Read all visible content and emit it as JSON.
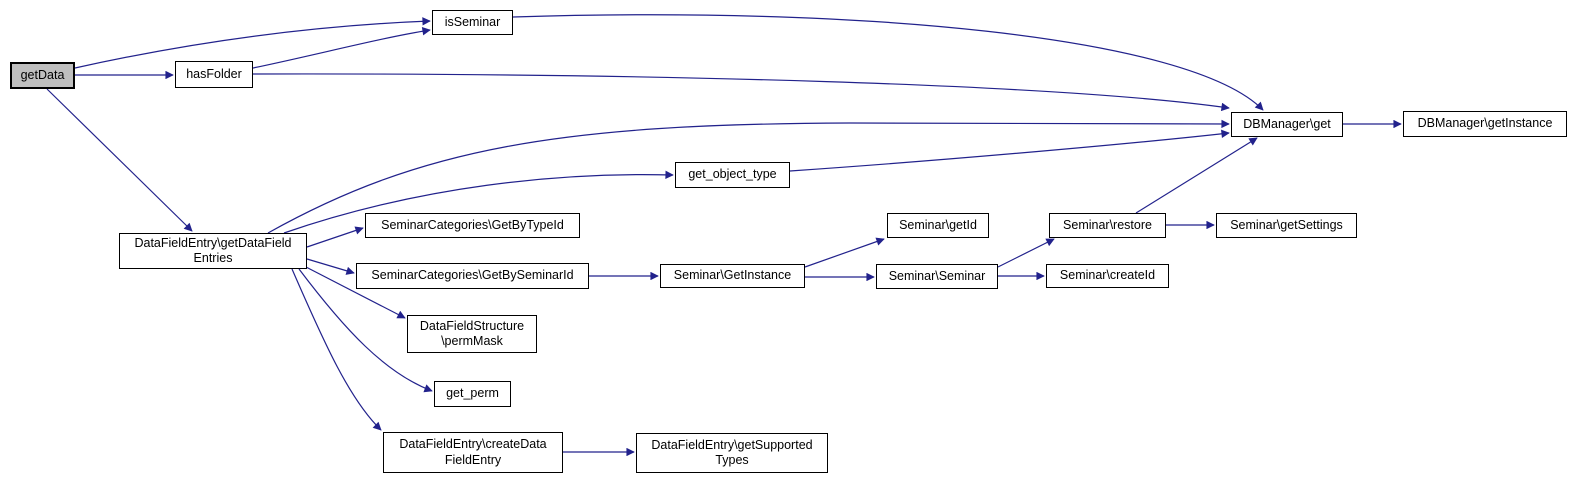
{
  "diagram": {
    "kind": "call-graph",
    "root": "getData"
  },
  "colors": {
    "background": "#ffffff",
    "edge": "#22228c",
    "node_fill": "#ffffff",
    "node_border": "#000000",
    "root_fill": "#bfbfbf",
    "text": "#000000"
  },
  "nodes": {
    "getData": {
      "label": "getData"
    },
    "hasFolder": {
      "label": "hasFolder"
    },
    "isSeminar": {
      "label": "isSeminar"
    },
    "getDataFieldEntries": {
      "label": "DataFieldEntry\\getDataField\nEntries"
    },
    "getByTypeId": {
      "label": "SeminarCategories\\GetByTypeId"
    },
    "getBySeminarId": {
      "label": "SeminarCategories\\GetBySeminarId"
    },
    "permMask": {
      "label": "DataFieldStructure\n\\permMask"
    },
    "getPerm": {
      "label": "get_perm"
    },
    "createDataFieldEntry": {
      "label": "DataFieldEntry\\createData\nFieldEntry"
    },
    "getSupportedTypes": {
      "label": "DataFieldEntry\\getSupported\nTypes"
    },
    "getObjectType": {
      "label": "get_object_type"
    },
    "seminarGetInstance": {
      "label": "Seminar\\GetInstance"
    },
    "seminarGetId": {
      "label": "Seminar\\getId"
    },
    "seminarSeminar": {
      "label": "Seminar\\Seminar"
    },
    "seminarCreateId": {
      "label": "Seminar\\createId"
    },
    "seminarRestore": {
      "label": "Seminar\\restore"
    },
    "seminarGetSettings": {
      "label": "Seminar\\getSettings"
    },
    "dbManagerGet": {
      "label": "DBManager\\get"
    },
    "dbManagerGetInstance": {
      "label": "DBManager\\getInstance"
    }
  },
  "edges": [
    {
      "from": "getData",
      "to": "hasFolder"
    },
    {
      "from": "getData",
      "to": "isSeminar"
    },
    {
      "from": "getData",
      "to": "getDataFieldEntries"
    },
    {
      "from": "hasFolder",
      "to": "isSeminar"
    },
    {
      "from": "hasFolder",
      "to": "dbManagerGet"
    },
    {
      "from": "isSeminar",
      "to": "dbManagerGet"
    },
    {
      "from": "getDataFieldEntries",
      "to": "dbManagerGet"
    },
    {
      "from": "getDataFieldEntries",
      "to": "getObjectType"
    },
    {
      "from": "getDataFieldEntries",
      "to": "getByTypeId"
    },
    {
      "from": "getDataFieldEntries",
      "to": "getBySeminarId"
    },
    {
      "from": "getDataFieldEntries",
      "to": "permMask"
    },
    {
      "from": "getDataFieldEntries",
      "to": "getPerm"
    },
    {
      "from": "getDataFieldEntries",
      "to": "createDataFieldEntry"
    },
    {
      "from": "getObjectType",
      "to": "dbManagerGet"
    },
    {
      "from": "getBySeminarId",
      "to": "seminarGetInstance"
    },
    {
      "from": "seminarGetInstance",
      "to": "seminarGetId"
    },
    {
      "from": "seminarGetInstance",
      "to": "seminarSeminar"
    },
    {
      "from": "seminarSeminar",
      "to": "seminarRestore"
    },
    {
      "from": "seminarSeminar",
      "to": "seminarCreateId"
    },
    {
      "from": "seminarRestore",
      "to": "dbManagerGet"
    },
    {
      "from": "seminarRestore",
      "to": "seminarGetSettings"
    },
    {
      "from": "dbManagerGet",
      "to": "dbManagerGetInstance"
    },
    {
      "from": "createDataFieldEntry",
      "to": "getSupportedTypes"
    }
  ]
}
